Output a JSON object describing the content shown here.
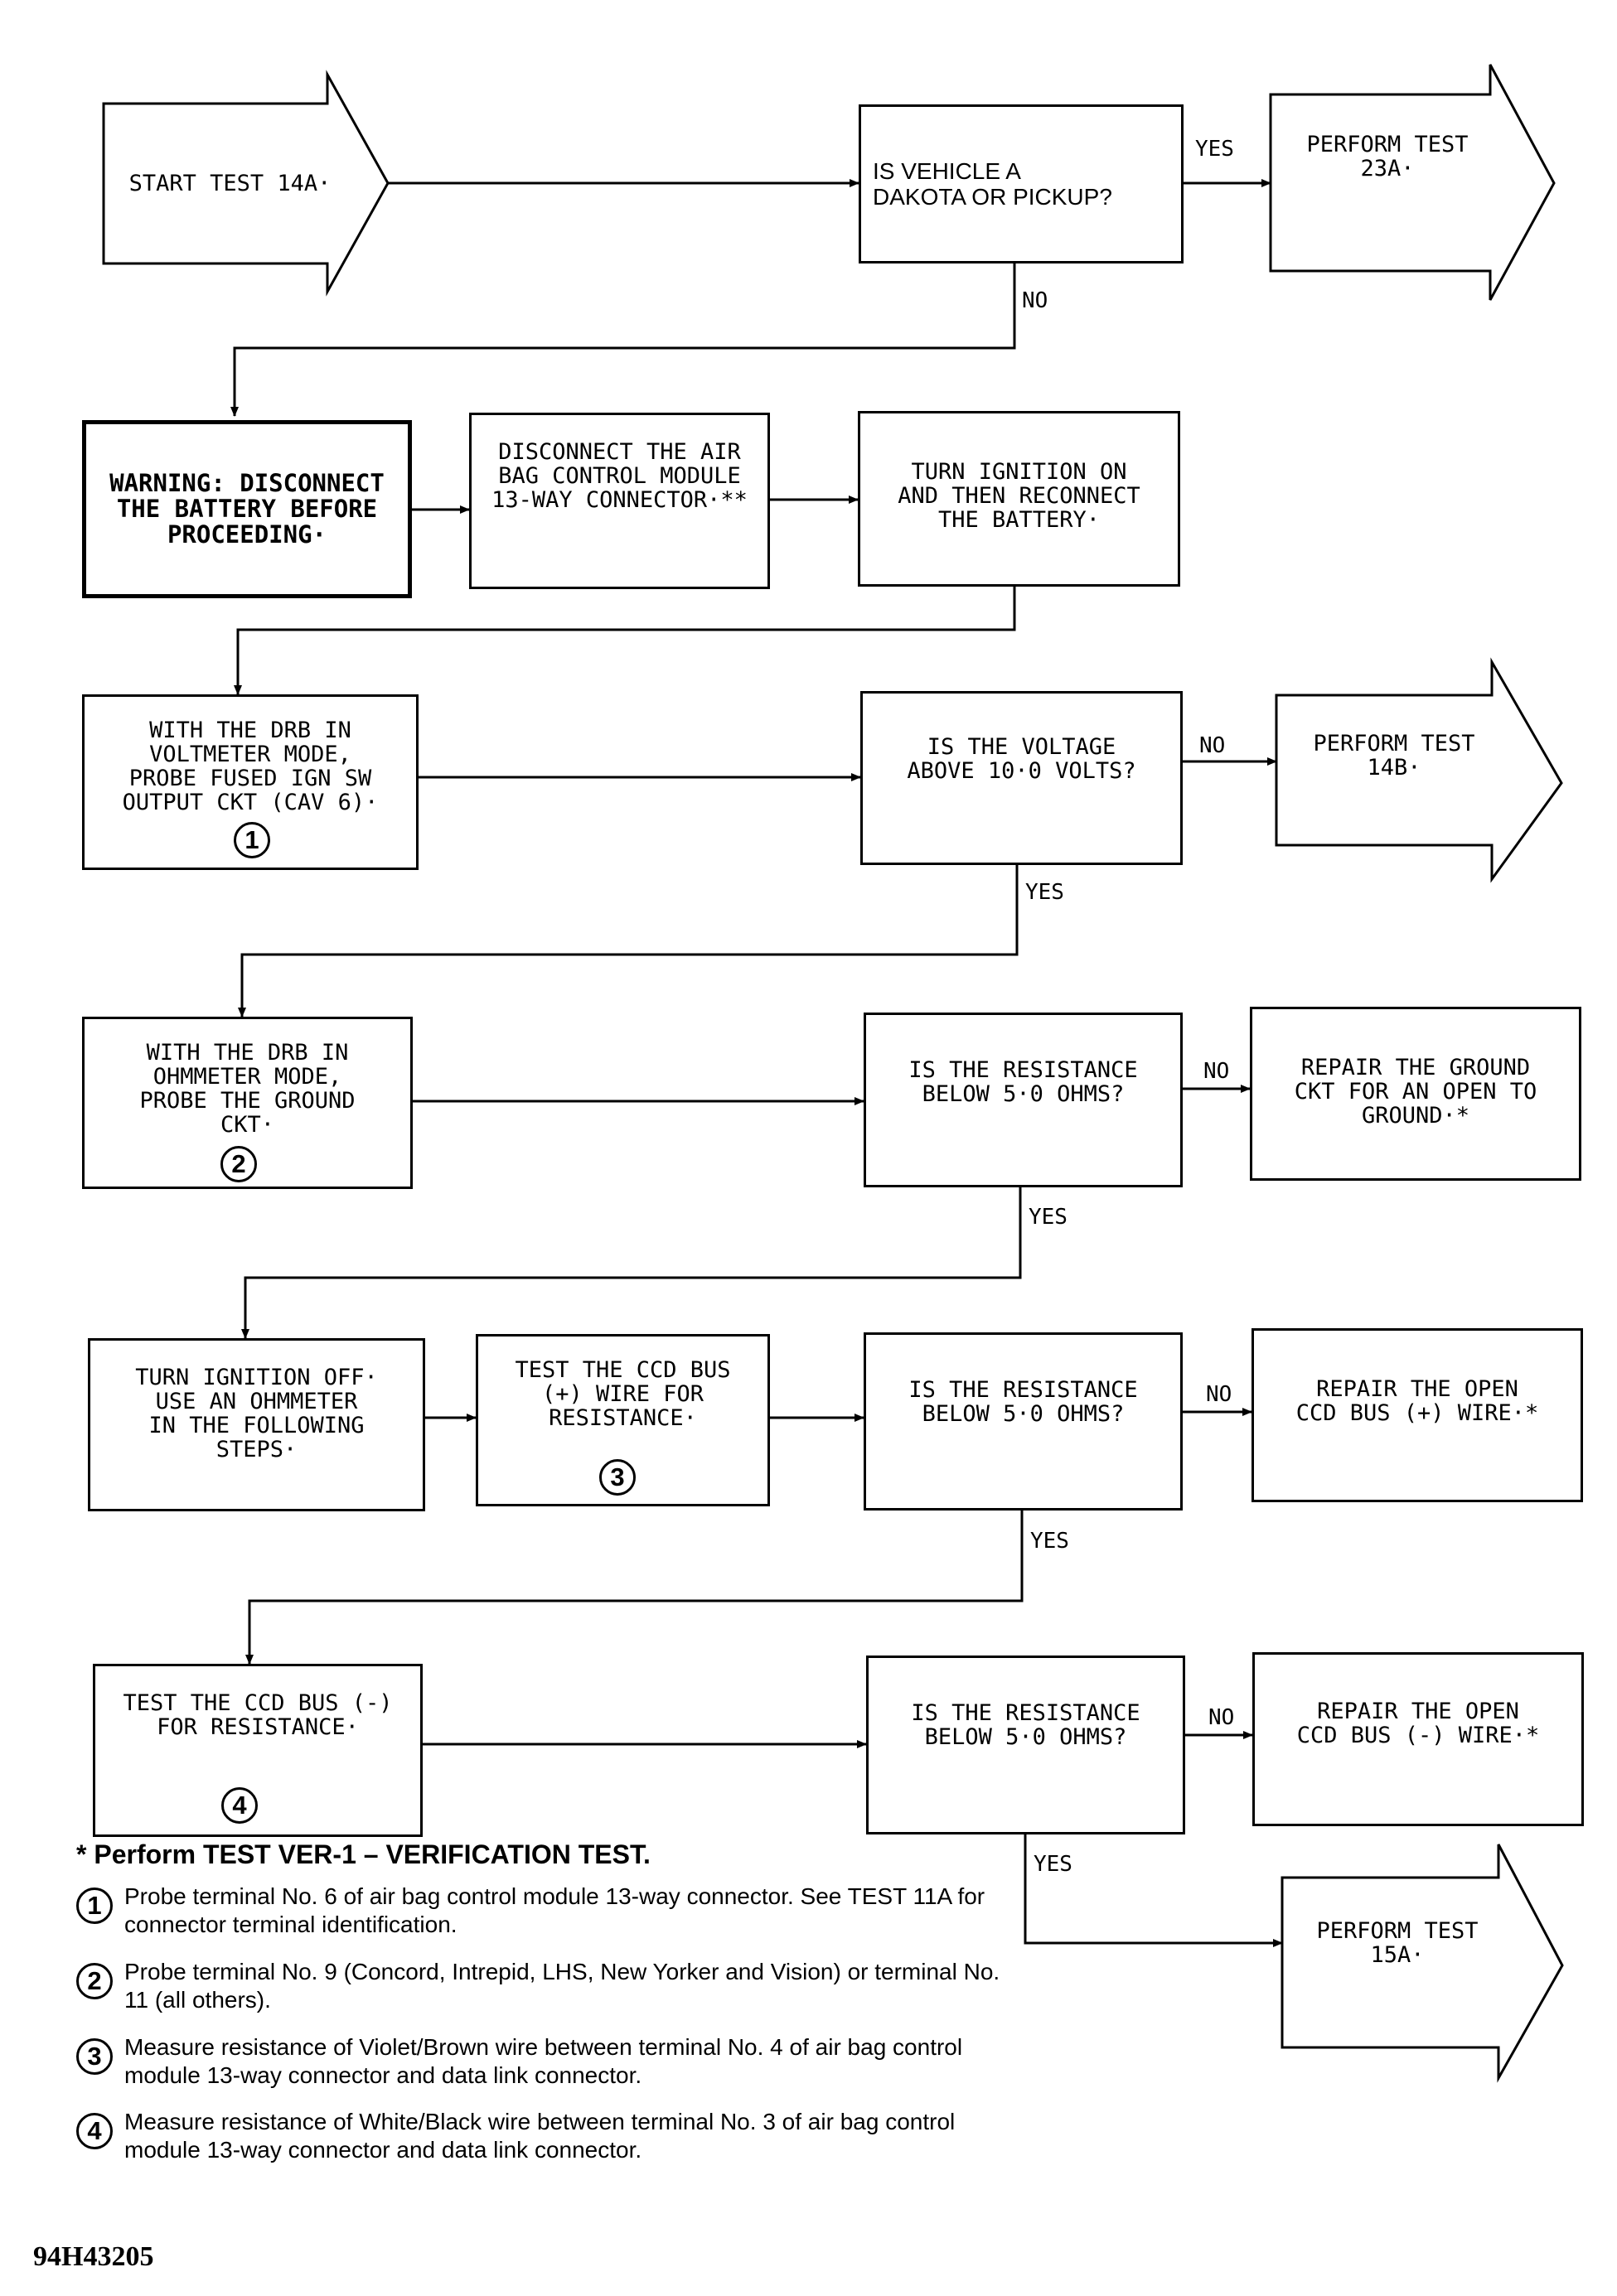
{
  "nodes": {
    "start": "START TEST 14A·",
    "q_vehicle": "IS VEHICLE A\nDAKOTA OR PICKUP?",
    "perform_23a": "PERFORM TEST\n23A·",
    "warning": "WARNING:  DISCONNECT\nTHE BATTERY BEFORE\nPROCEEDING·",
    "disconnect": "DISCONNECT THE AIR\nBAG CONTROL MODULE\n13-WAY CONNECTOR·**",
    "ignition_on": "TURN IGNITION ON\nAND THEN RECONNECT\nTHE BATTERY·",
    "voltmeter": "WITH THE DRB IN\nVOLTMETER MODE,\nPROBE FUSED IGN SW\nOUTPUT CKT (CAV 6)·",
    "q_voltage": "IS THE VOLTAGE\nABOVE 10·0 VOLTS?",
    "perform_14b": "PERFORM TEST\n14B·",
    "ohmmeter": "WITH THE DRB IN\nOHMMETER MODE,\nPROBE THE GROUND\nCKT·",
    "q_res1": "IS THE RESISTANCE\nBELOW 5·0 OHMS?",
    "repair_ground": "REPAIR THE GROUND\nCKT FOR AN OPEN TO\nGROUND·*",
    "ignition_off": "TURN IGNITION OFF·\nUSE AN OHMMETER\nIN THE FOLLOWING\nSTEPS·",
    "test_plus": "TEST THE CCD BUS\n(+) WIRE FOR\nRESISTANCE·",
    "q_res2": "IS THE RESISTANCE\nBELOW 5·0 OHMS?",
    "repair_plus": "REPAIR THE OPEN\nCCD BUS (+) WIRE·*",
    "test_minus": "TEST THE CCD BUS (-)\nFOR RESISTANCE·",
    "q_res3": "IS THE RESISTANCE\nBELOW 5·0 OHMS?",
    "repair_minus": "REPAIR THE OPEN\nCCD BUS (-) WIRE·*",
    "perform_15a": "PERFORM TEST\n15A·"
  },
  "badges": {
    "b1": "1",
    "b2": "2",
    "b3": "3",
    "b4": "4"
  },
  "edges": {
    "yes1": "YES",
    "no1": "NO",
    "no2": "NO",
    "yes2": "YES",
    "no3": "NO",
    "yes3": "YES",
    "no4": "NO",
    "yes4": "YES",
    "no5": "NO",
    "yes5": "YES"
  },
  "legend": {
    "title": "* Perform TEST VER-1 – VERIFICATION TEST.",
    "items": [
      {
        "num": "1",
        "text": "Probe terminal No. 6 of air bag control module 13-way connector. See TEST 11A for connector terminal identification."
      },
      {
        "num": "2",
        "text": "Probe terminal No. 9 (Concord, Intrepid, LHS, New Yorker and Vision) or terminal No. 11 (all others)."
      },
      {
        "num": "3",
        "text": "Measure resistance of Violet/Brown wire between terminal No. 4 of air bag control module 13-way connector and data link connector."
      },
      {
        "num": "4",
        "text": "Measure resistance of White/Black wire between terminal No. 3 of air bag control module 13-way connector and data link connector."
      }
    ]
  },
  "figure_id": "94H43205",
  "colors": {
    "ink": "#000000",
    "paper": "#ffffff"
  }
}
